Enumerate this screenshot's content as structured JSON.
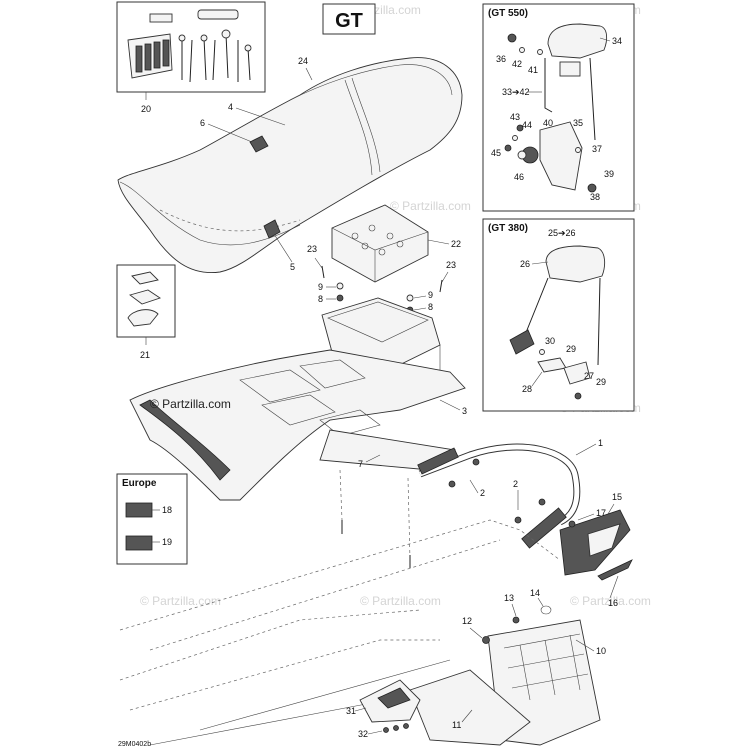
{
  "title": "GT",
  "drawing_code": "29M0402b",
  "watermark": "© Partzilla.com",
  "insets": {
    "gt550": "(GT 550)",
    "gt380": "(GT 380)",
    "europe": "Europe"
  },
  "callouts": {
    "c1": "1",
    "c2a": "2",
    "c2b": "2",
    "c3": "3",
    "c4": "4",
    "c5": "5",
    "c6": "6",
    "c7": "7",
    "c8a": "8",
    "c8b": "8",
    "c9a": "9",
    "c9b": "9",
    "c10": "10",
    "c11": "11",
    "c12": "12",
    "c13": "13",
    "c14": "14",
    "c15": "15",
    "c16": "16",
    "c17": "17",
    "c18": "18",
    "c19": "19",
    "c20": "20",
    "c21": "21",
    "c22": "22",
    "c23a": "23",
    "c23b": "23",
    "c24": "24",
    "c25": "25➔26",
    "c26": "26",
    "c27": "27",
    "c28": "28",
    "c29a": "29",
    "c29b": "29",
    "c30": "30",
    "c31": "31",
    "c32": "32",
    "c33": "33➔42",
    "c34": "34",
    "c35": "35",
    "c36": "36",
    "c37": "37",
    "c38": "38",
    "c39": "39",
    "c40": "40",
    "c41": "41",
    "c42": "42",
    "c43": "43",
    "c44": "44",
    "c45": "45",
    "c46": "46"
  }
}
